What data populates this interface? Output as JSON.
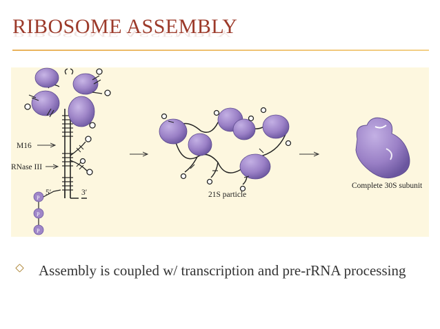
{
  "title": "RIBOSOME ASSEMBLY",
  "figure": {
    "labels": {
      "m16": "M16",
      "rnase3": "RNase III",
      "five_prime": "5′",
      "three_prime": "3′",
      "phosphate": "P",
      "particle": "21S particle",
      "subunit": "Complete 30S subunit"
    },
    "colors": {
      "protein": "#9f86c8",
      "protein_dark": "#6f5aa3",
      "rna": "#222222",
      "panel": "#fdf7df"
    }
  },
  "bullets": [
    {
      "text": "Assembly is coupled w/ transcription and pre-rRNA processing"
    }
  ]
}
